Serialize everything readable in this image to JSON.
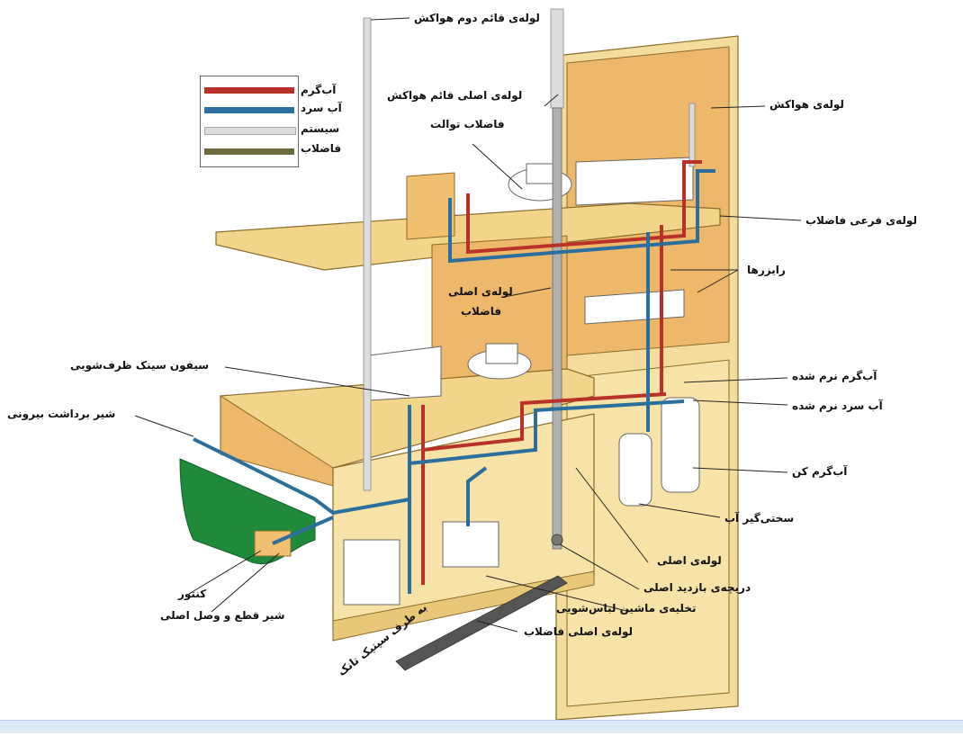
{
  "legend": {
    "items": [
      {
        "label": "آب‌گرم",
        "color": "#b8322a"
      },
      {
        "label": "آب سرد",
        "color": "#2a6f9e"
      },
      {
        "label": "سیستم",
        "color": "#dcdcdc"
      },
      {
        "label": "فاضلاب",
        "color": "#6b6a3c"
      }
    ]
  },
  "labels": {
    "second_vent_stack": "لوله‌ی قائم دوم هواکش",
    "main_vent_stack": "لوله‌ی اصلی قائم هواکش",
    "toilet_drain": "فاضلاب توالت",
    "vent_pipe": "لوله‌ی هواکش",
    "branch_drain": "لوله‌ی فرعی فاضلاب",
    "risers": "رایزرها",
    "main_drain_line1": "لوله‌ی اصلی",
    "main_drain_line2": "فاضلاب",
    "sink_trap": "سیفون سینک ظرف‌شویی",
    "outdoor_faucet": "شیر برداشت بیرونی",
    "softened_hot": "آب‌گرم نرم شده",
    "softened_cold": "آب سرد نرم شده",
    "water_heater": "آب‌گرم کن",
    "water_softener": "سختی‌گیر آب",
    "main_pipe": "لوله‌ی اصلی",
    "cleanout": "دریچه‌ی بازدید اصلی",
    "washer_drain": "تخلیه‌ی ماشین لباس‌شویی",
    "main_sewer": "لوله‌ی اصلی فاضلاب",
    "meter": "کنتور",
    "main_valve": "شیر قطع و وصل اصلی",
    "to_septic": "به طرف سپتیک تانک"
  },
  "colors": {
    "hot": "#b8322a",
    "cold": "#2a6f9e",
    "vent": "#dcdcdc",
    "waste": "#6b6a3c",
    "wall": "#f2d48a",
    "wall_dark": "#e9b86a",
    "grass": "#1f8a3a"
  }
}
